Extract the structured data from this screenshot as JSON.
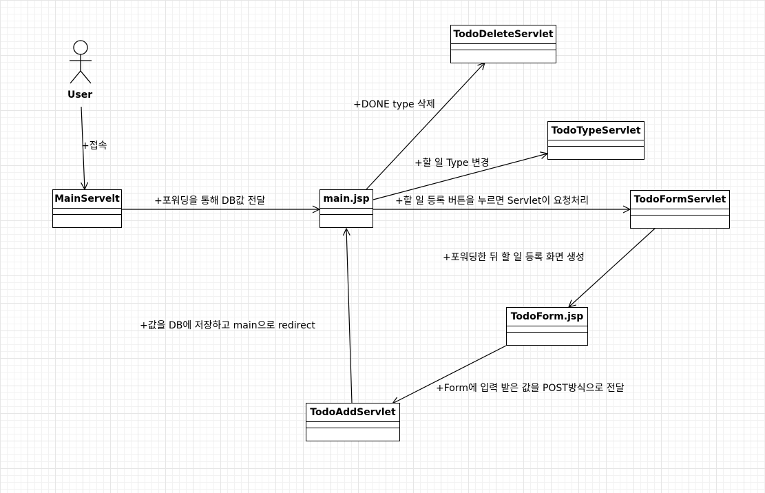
{
  "actor": {
    "name": "User",
    "icon": "stick-figure-icon"
  },
  "classes": {
    "main_servelt": "MainServelt",
    "main_jsp": "main.jsp",
    "todo_delete_servlet": "TodoDeleteServlet",
    "todo_type_servlet": "TodoTypeServlet",
    "todo_form_servlet": "TodoFormServlet",
    "todo_form_jsp": "TodoForm.jsp",
    "todo_add_servlet": "TodoAddServlet"
  },
  "edge_labels": {
    "user_to_main_servelt": "+접속",
    "main_servelt_to_main_jsp": "+포워딩을 통해 DB값 전달",
    "main_jsp_to_delete": "+DONE type 삭제",
    "main_jsp_to_type": "+할 일 Type 변경",
    "main_jsp_to_form_servlet": "+할 일 등록 버튼을 누르면 Servlet이 요청처리",
    "form_servlet_to_form_jsp": "+포워딩한 뒤 할 일 등록 화면 생성",
    "form_jsp_to_add_servlet": "+Form에 입력 받은 값을 POST방식으로 전달",
    "add_servlet_to_main_jsp": "+값을 DB에 저장하고 main으로 redirect"
  },
  "colors": {
    "line": "#000000",
    "background": "#ffffff",
    "grid": "#e6e6e6"
  }
}
